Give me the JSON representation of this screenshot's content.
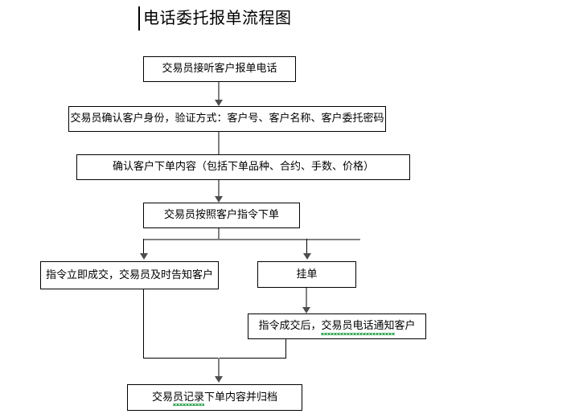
{
  "document": {
    "title": "电话委托报单流程图",
    "caret_visible": true
  },
  "flowchart": {
    "type": "flowchart",
    "orientation": "top-to-bottom",
    "nodes": [
      {
        "id": "n1",
        "label": "交易员接听客户报单电话"
      },
      {
        "id": "n2",
        "label": "交易员确认客户身份，验证方式：客户号、客户名称、客户委托密码"
      },
      {
        "id": "n3",
        "label": "确认客户下单内容（包括下单品种、合约、手数、价格）"
      },
      {
        "id": "n4",
        "label": "交易员按照客户指令下单"
      },
      {
        "id": "n5",
        "label": "指令立即成交，交易员及时告知客户"
      },
      {
        "id": "n6",
        "label": "挂单"
      },
      {
        "id": "n7a",
        "label": "指令成交后，",
        "id_b": "n7b",
        "label_b": "交易员电话通知",
        "label_c": "客户"
      },
      {
        "id": "n8a",
        "label": "交易",
        "label_b": "员记录",
        "label_c": "下单内容并归档"
      }
    ],
    "node7": {
      "part1": "指令成交后，",
      "part2_flagged": "交易员电话通知",
      "part3": "客户"
    },
    "node8": {
      "part1": "交易",
      "part2_flagged": "员记录",
      "part3": "下单内容并归档"
    },
    "edges": [
      {
        "from": "n1",
        "to": "n2",
        "arrow": true
      },
      {
        "from": "n2",
        "to": "n3",
        "arrow": false
      },
      {
        "from": "n3",
        "to": "n4",
        "arrow": true
      },
      {
        "from": "n4",
        "to": "n5",
        "arrow": true,
        "branch": "left"
      },
      {
        "from": "n4",
        "to": "n6",
        "arrow": true,
        "branch": "right"
      },
      {
        "from": "n6",
        "to": "n7",
        "arrow": true
      },
      {
        "from": "n5",
        "to": "n8",
        "arrow": true,
        "merge": true
      },
      {
        "from": "n7",
        "to": "n8",
        "arrow": true,
        "merge": true
      }
    ],
    "colors": {
      "node_border": "#000000",
      "node_fill": "#ffffff",
      "connector": "#808080",
      "connector_thin": "#000000",
      "spellcheck_underline": "#1a9a3c",
      "text": "#000000"
    }
  }
}
